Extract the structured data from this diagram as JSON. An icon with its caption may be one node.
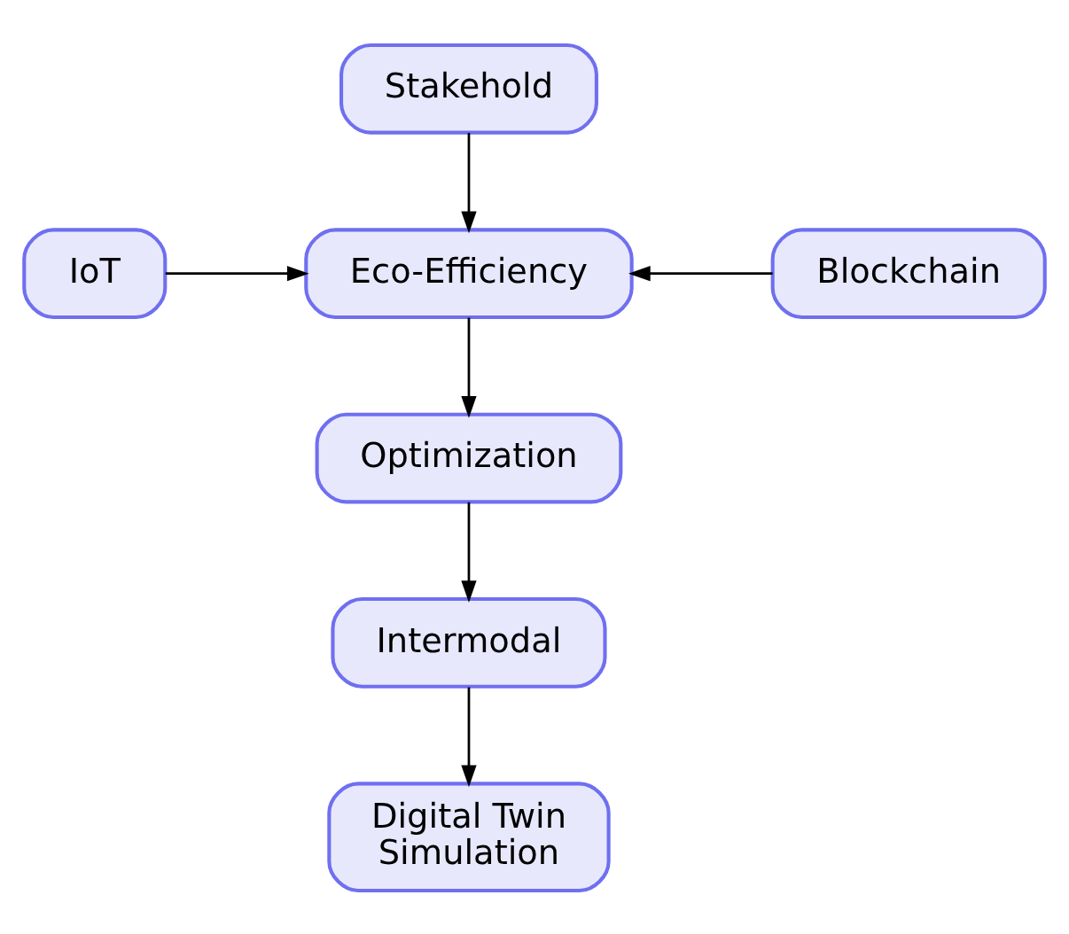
{
  "diagram": {
    "nodes": [
      {
        "text": [
          "Stakehold"
        ]
      },
      {
        "text": [
          "IoT"
        ]
      },
      {
        "text": [
          "Eco-Efficiency"
        ]
      },
      {
        "text": [
          "Blockchain"
        ]
      },
      {
        "text": [
          "Optimization"
        ]
      },
      {
        "text": [
          "Intermodal"
        ]
      },
      {
        "text": [
          "Digital Twin Simulation"
        ]
      }
    ],
    "edges": [
      {
        "from": 0,
        "to": 2,
        "arrow": "to"
      },
      {
        "from": 1,
        "to": 2,
        "arrow": "to"
      },
      {
        "from": 3,
        "to": 2,
        "arrow": "to"
      },
      {
        "from": 2,
        "to": 4,
        "arrow": "to"
      },
      {
        "from": 4,
        "to": 5,
        "arrow": "to"
      },
      {
        "from": 5,
        "to": 6,
        "arrow": "to"
      }
    ]
  }
}
